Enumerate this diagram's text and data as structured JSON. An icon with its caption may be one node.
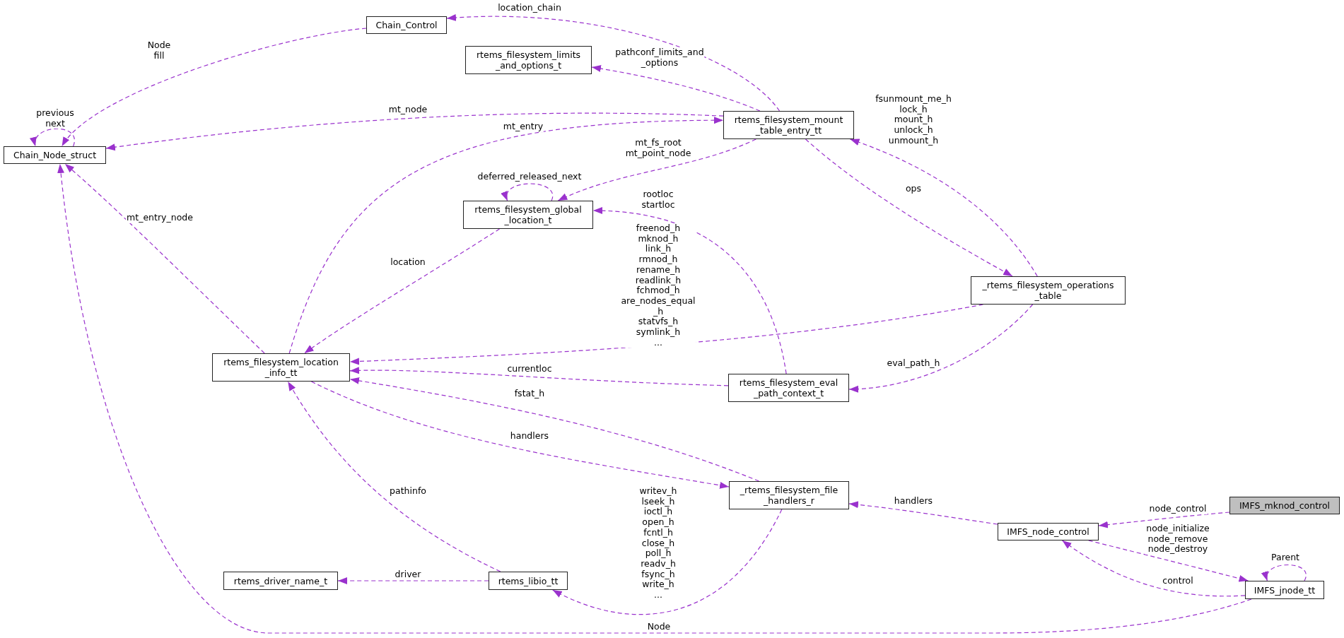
{
  "diagram": {
    "nodes": [
      {
        "text": [
          "Chain_Control"
        ]
      },
      {
        "text": [
          "Chain_Node_struct"
        ]
      },
      {
        "text": [
          "rtems_filesystem_limits _and_options_t"
        ]
      },
      {
        "text": [
          "rtems_filesystem_mount _table_entry_tt"
        ]
      },
      {
        "text": [
          "rtems_filesystem_global _location_t"
        ]
      },
      {
        "text": [
          "_rtems_filesystem_operations _table"
        ]
      },
      {
        "text": [
          "rtems_filesystem_location _info_tt"
        ]
      },
      {
        "text": [
          "rtems_filesystem_eval _path_context_t"
        ]
      },
      {
        "text": [
          "_rtems_filesystem_file _handlers_r"
        ]
      },
      {
        "text": [
          "IMFS_mknod_control"
        ]
      },
      {
        "text": [
          "IMFS_node_control"
        ]
      },
      {
        "text": [
          "rtems_driver_name_t"
        ]
      },
      {
        "text": [
          "rtems_libio_tt"
        ]
      },
      {
        "text": [
          "IMFS_jnode_tt"
        ]
      }
    ],
    "edges": [
      {
        "from": 0,
        "to": 1,
        "arrow": "to",
        "label": "Node fill"
      },
      {
        "from": 1,
        "to": 1,
        "arrow": "to",
        "label": "previous next"
      },
      {
        "from": 3,
        "to": 0,
        "arrow": "to",
        "label": "location_chain"
      },
      {
        "from": 3,
        "to": 2,
        "arrow": "to",
        "label": "pathconf_limits_and _options"
      },
      {
        "from": 3,
        "to": 1,
        "arrow": "to",
        "label": "mt_node"
      },
      {
        "from": 6,
        "to": 3,
        "arrow": "to",
        "label": "mt_entry"
      },
      {
        "from": 3,
        "to": 4,
        "arrow": "to",
        "label": "mt_fs_root mt_point_node"
      },
      {
        "from": 4,
        "to": 4,
        "arrow": "to",
        "label": "deferred_released_next"
      },
      {
        "from": 6,
        "to": 1,
        "arrow": "to",
        "label": "mt_entry_node"
      },
      {
        "from": 4,
        "to": 6,
        "arrow": "to",
        "label": "location"
      },
      {
        "from": 3,
        "to": 5,
        "arrow": "to",
        "label": "ops"
      },
      {
        "from": 5,
        "to": 3,
        "arrow": "to",
        "label": "fsunmount_me_h lock_h mount_h unlock_h unmount_h"
      },
      {
        "from": 7,
        "to": 4,
        "arrow": "to",
        "label": "rootloc startloc"
      },
      {
        "from": 5,
        "to": 6,
        "arrow": "to",
        "label": "freenod_h mknod_h link_h rmnod_h rename_h readlink_h fchmod_h are_nodes_equal _h statvfs_h symlink_h ..."
      },
      {
        "from": 5,
        "to": 7,
        "arrow": "to",
        "label": "eval_path_h"
      },
      {
        "from": 7,
        "to": 6,
        "arrow": "to",
        "label": "currentloc"
      },
      {
        "from": 8,
        "to": 6,
        "arrow": "to",
        "label": "fstat_h"
      },
      {
        "from": 6,
        "to": 8,
        "arrow": "to",
        "label": "handlers"
      },
      {
        "from": 12,
        "to": 6,
        "arrow": "to",
        "label": "pathinfo"
      },
      {
        "from": 8,
        "to": 12,
        "arrow": "to",
        "label": "writev_h lseek_h ioctl_h open_h fcntl_h close_h poll_h readv_h fsync_h write_h ..."
      },
      {
        "from": 12,
        "to": 11,
        "arrow": "to",
        "label": "driver"
      },
      {
        "from": 10,
        "to": 8,
        "arrow": "to",
        "label": "handlers"
      },
      {
        "from": 9,
        "to": 10,
        "arrow": "to",
        "label": "node_control"
      },
      {
        "from": 10,
        "to": 13,
        "arrow": "to",
        "label": "node_initialize node_remove node_destroy"
      },
      {
        "from": 13,
        "to": 10,
        "arrow": "to",
        "label": "control"
      },
      {
        "from": 13,
        "to": 13,
        "arrow": "to",
        "label": "Parent"
      },
      {
        "from": 13,
        "to": 1,
        "arrow": "to",
        "label": "Node"
      }
    ]
  }
}
